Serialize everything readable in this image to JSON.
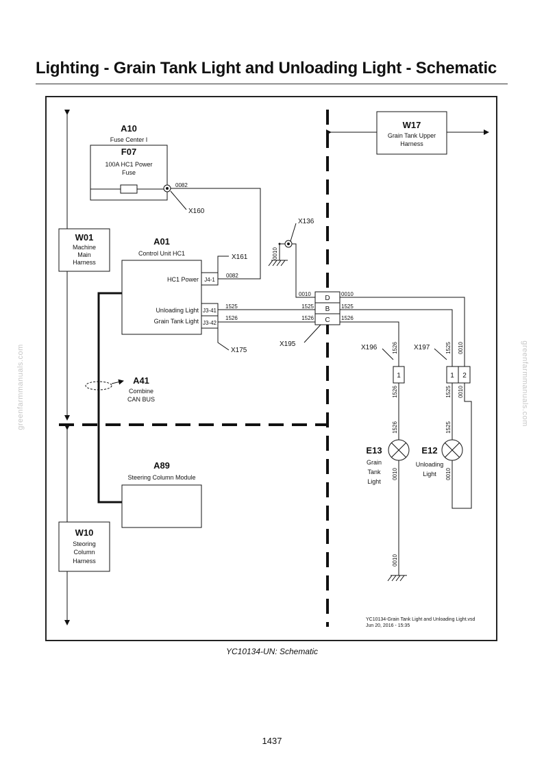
{
  "title": "Lighting - Grain Tank Light and Unloading Light - Schematic",
  "caption": "YC10134-UN: Schematic",
  "page_number": "1437",
  "watermark": "greenfarmmanuals.com",
  "components": {
    "a10": {
      "id": "A10",
      "name": "Fuse Center I"
    },
    "f07": {
      "id": "F07",
      "line1": "100A HC1 Power",
      "line2": "Fuse"
    },
    "a01": {
      "id": "A01",
      "name": "Control Unit HC1",
      "pins": [
        "HC1 Power",
        "Unloading Light",
        "Grain Tank Light"
      ]
    },
    "a41": {
      "id": "A41",
      "line1": "Combine",
      "line2": "CAN BUS"
    },
    "a89": {
      "id": "A89",
      "name": "Steering Column Module"
    },
    "e13": {
      "id": "E13",
      "line1": "Grain",
      "line2": "Tank",
      "line3": "Light"
    },
    "e12": {
      "id": "E12",
      "line1": "Unloading",
      "line2": "Light"
    }
  },
  "harnesses": {
    "w01": {
      "id": "W01",
      "line1": "Machine",
      "line2": "Main",
      "line3": "Harness"
    },
    "w10": {
      "id": "W10",
      "line1": "Steoring",
      "line2": "Column",
      "line3": "Harness"
    },
    "w17": {
      "id": "W17",
      "line1": "Grain Tank Upper",
      "line2": "Harness"
    }
  },
  "connectors": {
    "x160": "X160",
    "x161": "X161",
    "x175": "X175",
    "x136": "X136",
    "x195": "X195",
    "x196": "X196",
    "x197": "X197",
    "j4_1": "J4-1",
    "j3_41": "J3-41",
    "j3_42": "J3-42",
    "x195_pins": [
      "D",
      "B",
      "C"
    ],
    "x196_pins": [
      "1"
    ],
    "x197_pins": [
      "1",
      "2"
    ]
  },
  "wires": {
    "w0082": "0082",
    "w0010": "0010",
    "w1525": "1525",
    "w1526": "1526"
  },
  "file_note": {
    "line1": "YC10134-Grain Tank Light and Unloading Light.vsd",
    "line2": "Jun 20, 2016  -  15:35"
  }
}
